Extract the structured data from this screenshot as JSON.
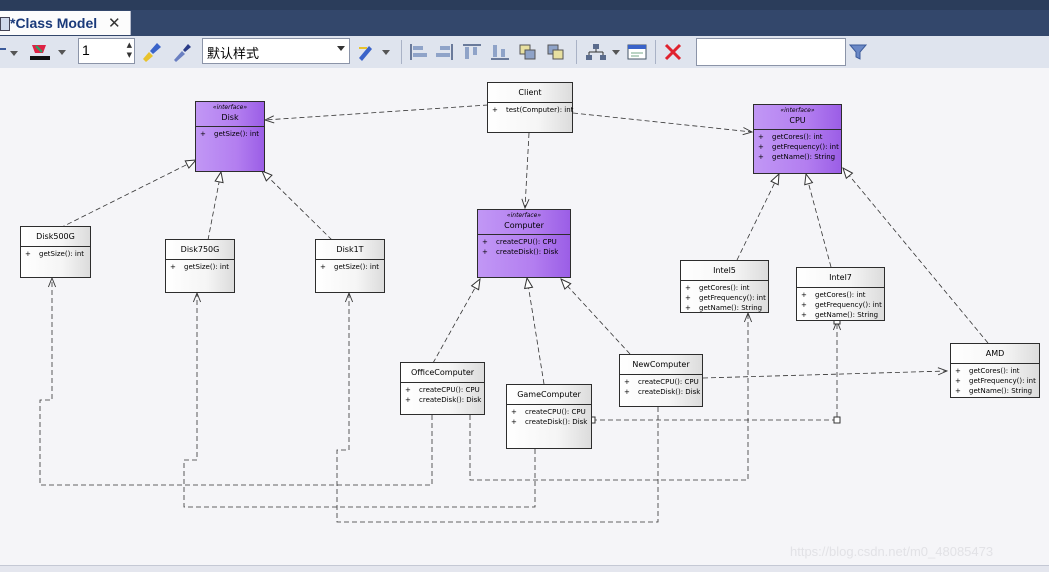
{
  "tab": {
    "title": "*Class Model",
    "close": "✕"
  },
  "toolbar": {
    "line_width": "1",
    "style_preset": "默认样式",
    "search_value": ""
  },
  "icons": {
    "filter": "filter-icon",
    "delete": "delete-icon"
  },
  "classes": {
    "client": {
      "name": "Client",
      "ops": [
        {
          "vis": "+",
          "sig": "test(Computer): int"
        }
      ]
    },
    "disk": {
      "stereotype": "«interface»",
      "name": "Disk",
      "ops": [
        {
          "vis": "+",
          "sig": "getSize(): int"
        }
      ]
    },
    "cpu": {
      "stereotype": "«interface»",
      "name": "CPU",
      "ops": [
        {
          "vis": "+",
          "sig": "getCores(): int"
        },
        {
          "vis": "+",
          "sig": "getFrequency(): int"
        },
        {
          "vis": "+",
          "sig": "getName(): String"
        }
      ]
    },
    "computer": {
      "stereotype": "«interface»",
      "name": "Computer",
      "ops": [
        {
          "vis": "+",
          "sig": "createCPU(): CPU"
        },
        {
          "vis": "+",
          "sig": "createDisk(): Disk"
        }
      ]
    },
    "disk500g": {
      "name": "Disk500G",
      "ops": [
        {
          "vis": "+",
          "sig": "getSize(): int"
        }
      ]
    },
    "disk750g": {
      "name": "Disk750G",
      "ops": [
        {
          "vis": "+",
          "sig": "getSize(): int"
        }
      ]
    },
    "disk1t": {
      "name": "Disk1T",
      "ops": [
        {
          "vis": "+",
          "sig": "getSize(): int"
        }
      ]
    },
    "intel5": {
      "name": "Intel5",
      "ops": [
        {
          "vis": "+",
          "sig": "getCores(): int"
        },
        {
          "vis": "+",
          "sig": "getFrequency(): int"
        },
        {
          "vis": "+",
          "sig": "getName(): String"
        }
      ]
    },
    "intel7": {
      "name": "Intel7",
      "ops": [
        {
          "vis": "+",
          "sig": "getCores(): int"
        },
        {
          "vis": "+",
          "sig": "getFrequency(): int"
        },
        {
          "vis": "+",
          "sig": "getName(): String"
        }
      ]
    },
    "amd": {
      "name": "AMD",
      "ops": [
        {
          "vis": "+",
          "sig": "getCores(): int"
        },
        {
          "vis": "+",
          "sig": "getFrequency(): int"
        },
        {
          "vis": "+",
          "sig": "getName(): String"
        }
      ]
    },
    "office": {
      "name": "OfficeComputer",
      "ops": [
        {
          "vis": "+",
          "sig": "createCPU(): CPU"
        },
        {
          "vis": "+",
          "sig": "createDisk(): Disk"
        }
      ]
    },
    "game": {
      "name": "GameComputer",
      "ops": [
        {
          "vis": "+",
          "sig": "createCPU(): CPU"
        },
        {
          "vis": "+",
          "sig": "createDisk(): Disk"
        }
      ]
    },
    "newc": {
      "name": "NewComputer",
      "ops": [
        {
          "vis": "+",
          "sig": "createCPU(): CPU"
        },
        {
          "vis": "+",
          "sig": "createDisk(): Disk"
        }
      ]
    }
  },
  "colors": {
    "interface_fill": "#b37ef0",
    "class_fill": "#ffffff",
    "tab_bar": "#33476b",
    "toolbar": "#dfe4ee"
  },
  "watermark": "https://blog.csdn.net/m0_48085473"
}
